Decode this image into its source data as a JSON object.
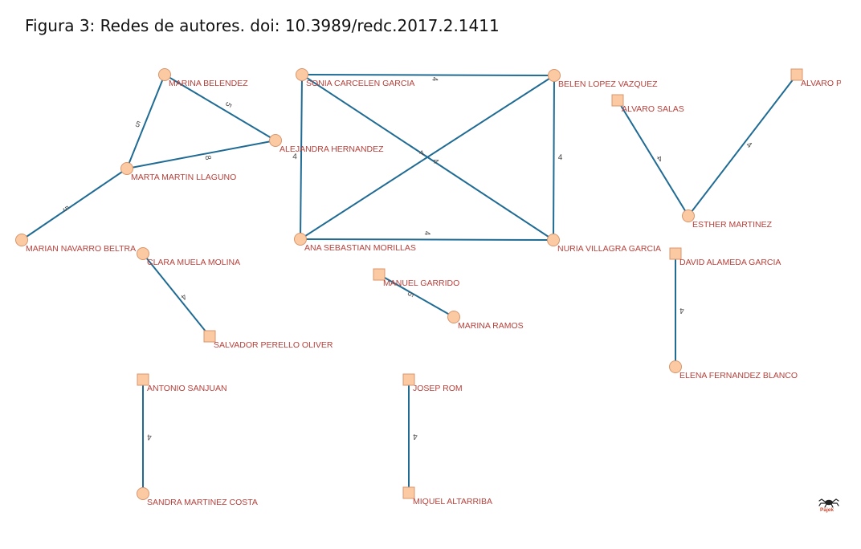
{
  "caption": "Figura 3: Redes de autores. doi: 10.3989/redc.2017.2.1411",
  "colors": {
    "edge": "#1f6b94",
    "node_fill": "#fbcaa3",
    "node_stroke": "#d9956b",
    "label": "#b8403a",
    "weight_label": "#4a4a4a",
    "logo": "#d2452a"
  },
  "nodes": [
    {
      "id": "marina-belendez",
      "label": "MARINA BELENDEZ",
      "shape": "circle"
    },
    {
      "id": "alejandra-hernandez",
      "label": "ALEJANDRA HERNANDEZ",
      "shape": "circle"
    },
    {
      "id": "marta-martin-llaguno",
      "label": "MARTA MARTIN LLAGUNO",
      "shape": "circle"
    },
    {
      "id": "marian-navarro-beltra",
      "label": "MARIAN NAVARRO BELTRA",
      "shape": "circle"
    },
    {
      "id": "clara-muela-molina",
      "label": "CLARA MUELA MOLINA",
      "shape": "circle"
    },
    {
      "id": "salvador-perello-oliver",
      "label": "SALVADOR PERELLO OLIVER",
      "shape": "square"
    },
    {
      "id": "sonia-carcelen-garcia",
      "label": "SONIA CARCELEN GARCIA",
      "shape": "circle"
    },
    {
      "id": "belen-lopez-vazquez",
      "label": "BELEN LOPEZ VAZQUEZ",
      "shape": "circle"
    },
    {
      "id": "ana-sebastian-morillas",
      "label": "ANA SEBASTIAN MORILLAS",
      "shape": "circle"
    },
    {
      "id": "nuria-villagra-garcia",
      "label": "NURIA VILLAGRA GARCIA",
      "shape": "circle"
    },
    {
      "id": "manuel-garrido",
      "label": "MANUEL GARRIDO",
      "shape": "square"
    },
    {
      "id": "marina-ramos",
      "label": "MARINA RAMOS",
      "shape": "circle"
    },
    {
      "id": "alvaro-salas",
      "label": "ALVARO SALAS",
      "shape": "square"
    },
    {
      "id": "alvaro-p",
      "label": "ALVARO P",
      "shape": "square"
    },
    {
      "id": "esther-martinez",
      "label": "ESTHER MARTINEZ",
      "shape": "circle"
    },
    {
      "id": "david-alameda-garcia",
      "label": "DAVID ALAMEDA GARCIA",
      "shape": "square"
    },
    {
      "id": "elena-fernandez-blanco",
      "label": "ELENA FERNANDEZ BLANCO",
      "shape": "circle"
    },
    {
      "id": "antonio-sanjuan",
      "label": "ANTONIO SANJUAN",
      "shape": "square"
    },
    {
      "id": "sandra-martinez-costa",
      "label": "SANDRA MARTINEZ COSTA",
      "shape": "circle"
    },
    {
      "id": "josep-rom",
      "label": "JOSEP ROM",
      "shape": "square"
    },
    {
      "id": "miquel-altarriba",
      "label": "MIQUEL ALTARRIBA",
      "shape": "square"
    }
  ],
  "edges": [
    {
      "source": "marina-belendez",
      "target": "marta-martin-llaguno",
      "weight": "5"
    },
    {
      "source": "marina-belendez",
      "target": "alejandra-hernandez",
      "weight": "5"
    },
    {
      "source": "marta-martin-llaguno",
      "target": "alejandra-hernandez",
      "weight": "8"
    },
    {
      "source": "marta-martin-llaguno",
      "target": "marian-navarro-beltra",
      "weight": "5"
    },
    {
      "source": "clara-muela-molina",
      "target": "salvador-perello-oliver",
      "weight": "4"
    },
    {
      "source": "sonia-carcelen-garcia",
      "target": "belen-lopez-vazquez",
      "weight": "4"
    },
    {
      "source": "sonia-carcelen-garcia",
      "target": "ana-sebastian-morillas",
      "weight": "4"
    },
    {
      "source": "sonia-carcelen-garcia",
      "target": "nuria-villagra-garcia",
      "weight": "4"
    },
    {
      "source": "belen-lopez-vazquez",
      "target": "ana-sebastian-morillas",
      "weight": "4"
    },
    {
      "source": "belen-lopez-vazquez",
      "target": "nuria-villagra-garcia",
      "weight": "4"
    },
    {
      "source": "ana-sebastian-morillas",
      "target": "nuria-villagra-garcia",
      "weight": "4"
    },
    {
      "source": "manuel-garrido",
      "target": "marina-ramos",
      "weight": "5"
    },
    {
      "source": "alvaro-salas",
      "target": "esther-martinez",
      "weight": "4"
    },
    {
      "source": "alvaro-p",
      "target": "esther-martinez",
      "weight": "4"
    },
    {
      "source": "david-alameda-garcia",
      "target": "elena-fernandez-blanco",
      "weight": "4"
    },
    {
      "source": "antonio-sanjuan",
      "target": "sandra-martinez-costa",
      "weight": "4"
    },
    {
      "source": "josep-rom",
      "target": "miquel-altarriba",
      "weight": "4"
    }
  ],
  "logo": {
    "text": "Pajek",
    "icon": "spider-icon"
  }
}
